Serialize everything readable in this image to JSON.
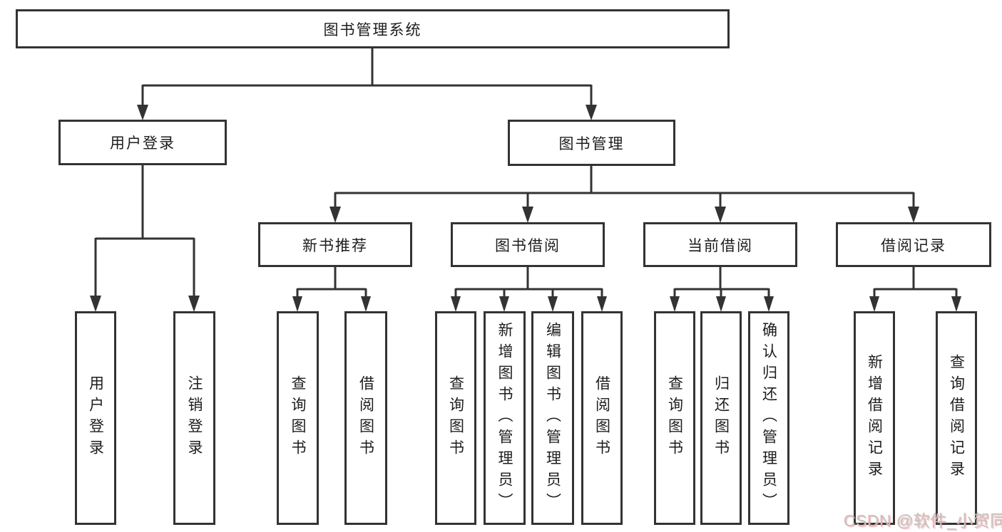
{
  "diagram": {
    "root": {
      "label": "图书管理系统",
      "children": [
        {
          "label": "用户登录",
          "children": [
            {
              "label": "用户登录"
            },
            {
              "label": "注销登录"
            }
          ]
        },
        {
          "label": "图书管理",
          "children": [
            {
              "label": "新书推荐",
              "children": [
                {
                  "label": "查询图书"
                },
                {
                  "label": "借阅图书"
                }
              ]
            },
            {
              "label": "图书借阅",
              "children": [
                {
                  "label": "查询图书"
                },
                {
                  "label": "新增图书（管理员）"
                },
                {
                  "label": "编辑图书（管理员）"
                },
                {
                  "label": "借阅图书"
                }
              ]
            },
            {
              "label": "当前借阅",
              "children": [
                {
                  "label": "查询图书"
                },
                {
                  "label": "归还图书"
                },
                {
                  "label": "确认归还（管理员）"
                }
              ]
            },
            {
              "label": "借阅记录",
              "children": [
                {
                  "label": "新增借阅记录"
                },
                {
                  "label": "查询借阅记录"
                }
              ]
            }
          ]
        }
      ]
    }
  },
  "watermark": {
    "text": "CSDN @软件_小贺同学"
  },
  "colors": {
    "line": "#333333",
    "border": "#333333",
    "background": "#ffffff",
    "text": "#1d1d1d",
    "watermark": "#c3c3c3",
    "watermark_accent": "#f88282"
  }
}
